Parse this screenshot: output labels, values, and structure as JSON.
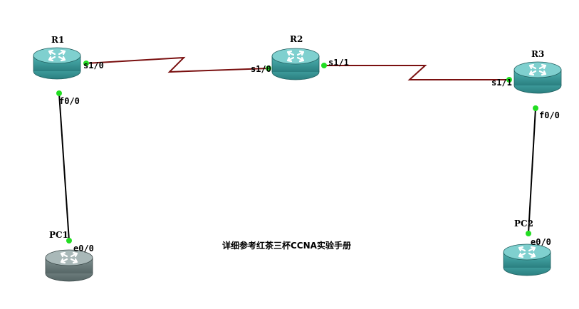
{
  "colors": {
    "serial_link": "#7a1010",
    "ethernet_link": "#000000",
    "port_dot": "#22dd22",
    "router_body": "#3a9b9b",
    "router_top": "#7fd0cf",
    "pc_body": "#6f8182",
    "pc_top": "#a9b8b8"
  },
  "devices": {
    "r1": {
      "name": "R1",
      "icon": "router-icon"
    },
    "r2": {
      "name": "R2",
      "icon": "router-icon"
    },
    "r3": {
      "name": "R3",
      "icon": "router-icon"
    },
    "pc1": {
      "name": "PC1",
      "icon": "router-icon"
    },
    "pc2": {
      "name": "PC2",
      "icon": "router-icon"
    }
  },
  "ports": {
    "r1_s1_0": "s1/0",
    "r1_f0_0": "f0/0",
    "r2_s1_0": "s1/0",
    "r2_s1_1": "s1/1",
    "r3_s1_1": "s1/1",
    "r3_f0_0": "f0/0",
    "pc1_e0_0": "e0/0",
    "pc2_e0_0": "e0/0"
  },
  "caption": "详细参考红茶三杯CCNA实验手册"
}
